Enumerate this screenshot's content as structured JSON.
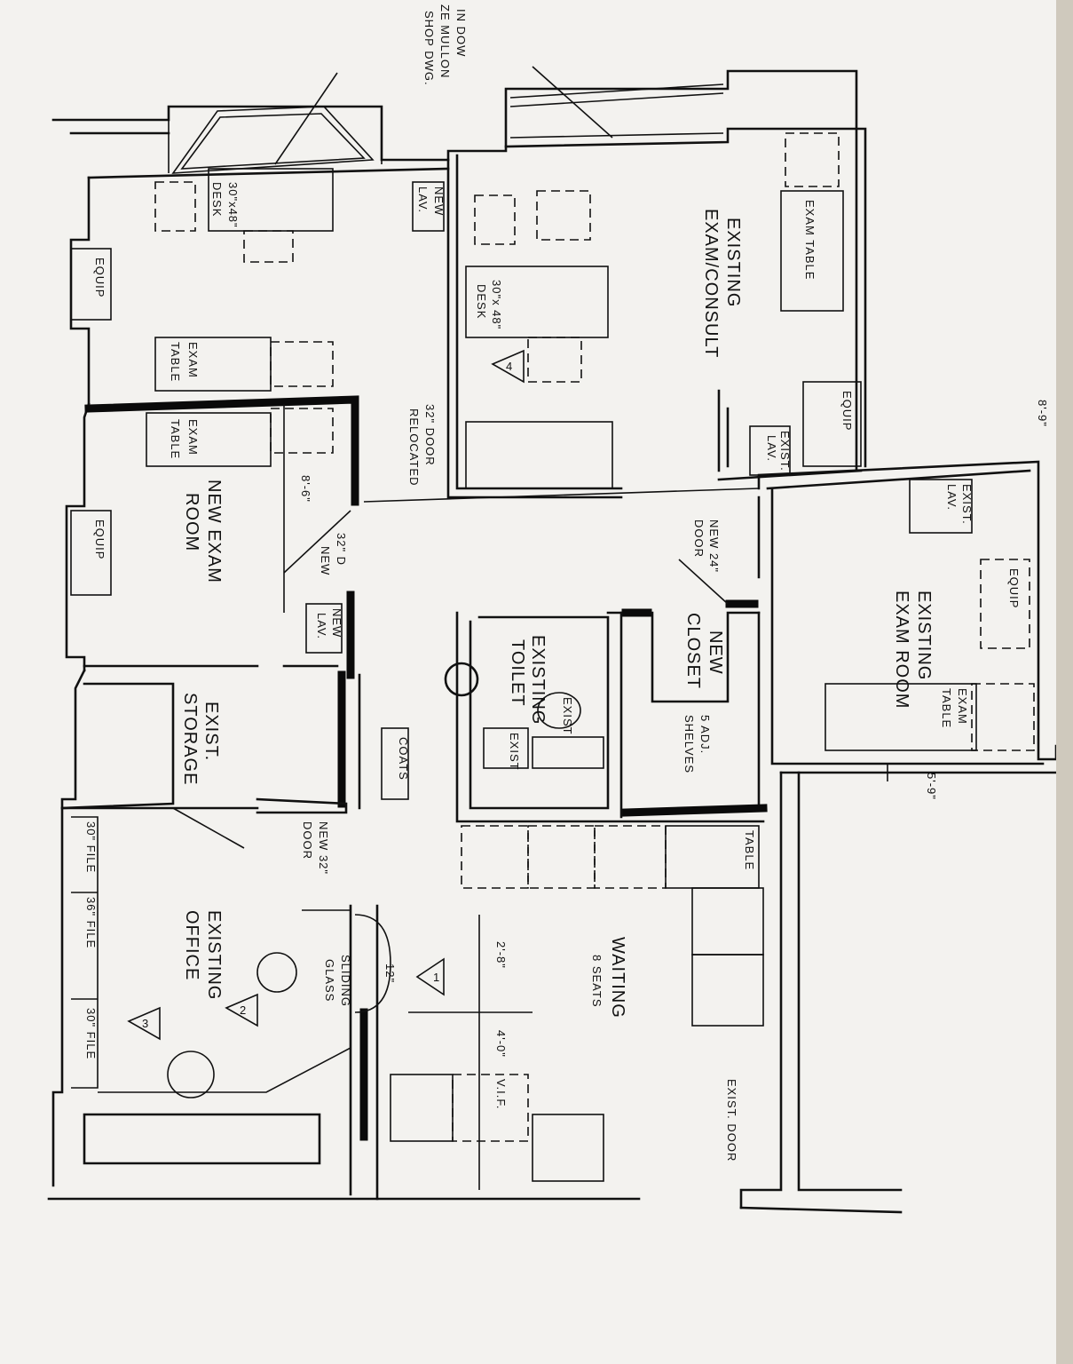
{
  "window_note": [
    "IN DOW",
    "ZE MULLON",
    "SHOP DWG."
  ],
  "rooms": {
    "exist_exam_consult": [
      "EXISTING",
      "EXAM/CONSULT"
    ],
    "new_exam_room": [
      "NEW EXAM",
      "ROOM"
    ],
    "existing_exam_room": [
      "EXISTING",
      "EXAM ROOM"
    ],
    "exist_storage": [
      "EXIST.",
      "STORAGE"
    ],
    "existing_office": [
      "EXISTING",
      "OFFICE"
    ],
    "waiting": [
      "WAITING",
      "8 SEATS"
    ],
    "new_closet": [
      "NEW",
      "CLOSET"
    ],
    "existing_toilet": [
      "EXISTING",
      "TOILET"
    ]
  },
  "fixtures": {
    "desk_top": [
      "30\"x48\"",
      "DESK"
    ],
    "desk_consult": [
      "30\"x 48\"",
      "DESK"
    ],
    "equip": "EQUIP",
    "exam_table": [
      "EXAM",
      "TABLE"
    ],
    "exam_table_single": "EXAM TABLE",
    "new_lav": [
      "NEW",
      "LAV."
    ],
    "exist_lav": [
      "EXIST.",
      "LAV."
    ],
    "exist": "EXIST",
    "coats": "COATS",
    "table": "TABLE",
    "files": [
      "30\" FILE",
      "36\" FILE",
      "30\" FILE"
    ],
    "adj_shelves": [
      "5 ADJ.",
      "SHELVES"
    ]
  },
  "doors": {
    "door_relocated": [
      "32\" DOOR",
      "RELOCATED"
    ],
    "new_32_door_exam": [
      "32\" D",
      "NEW"
    ],
    "new_24_door": [
      "NEW 24\"",
      "DOOR"
    ],
    "new_32_door_office": [
      "NEW 32\"",
      "DOOR"
    ],
    "exist_door": "EXIST. DOOR",
    "sliding_glass": [
      "SLIDING",
      "GLASS"
    ]
  },
  "dimensions": {
    "d_8_6": "8'-6\"",
    "d_2_8": "2'-8\"",
    "d_4_0": "4'-0\"",
    "d_12": "12\"",
    "d_5_9": "5'-9\"",
    "vif": "V.I.F.",
    "edge_mark": "8'-9\""
  },
  "keynotes": [
    "1",
    "2",
    "3",
    "4"
  ]
}
